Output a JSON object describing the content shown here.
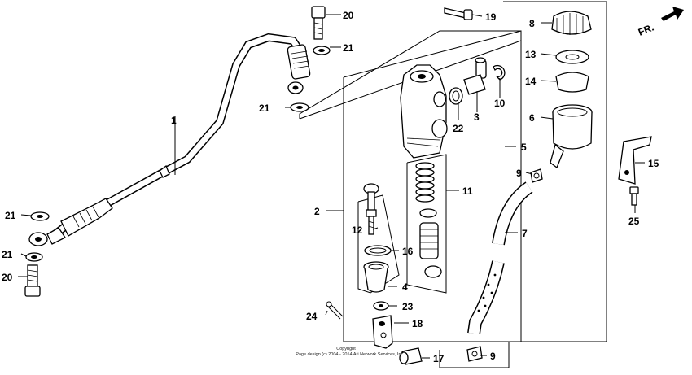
{
  "direction_marker": "FR.",
  "callouts": {
    "c1": "1",
    "c2": "2",
    "c3": "3",
    "c4": "4",
    "c5": "5",
    "c6": "6",
    "c7": "7",
    "c8": "8",
    "c9a": "9",
    "c9b": "9",
    "c10": "10",
    "c11": "11",
    "c12": "12",
    "c13": "13",
    "c14": "14",
    "c15": "15",
    "c16": "16",
    "c17": "17",
    "c18": "18",
    "c19": "19",
    "c20a": "20",
    "c20b": "20",
    "c21a": "21",
    "c21b": "21",
    "c21c": "21",
    "c21d": "21",
    "c22": "22",
    "c23": "23",
    "c24": "24",
    "c25": "25"
  },
  "copyright": {
    "line1": "Copyright",
    "line2": "Page design (c) 2004 - 2014 Ari Network Services, Inc."
  }
}
